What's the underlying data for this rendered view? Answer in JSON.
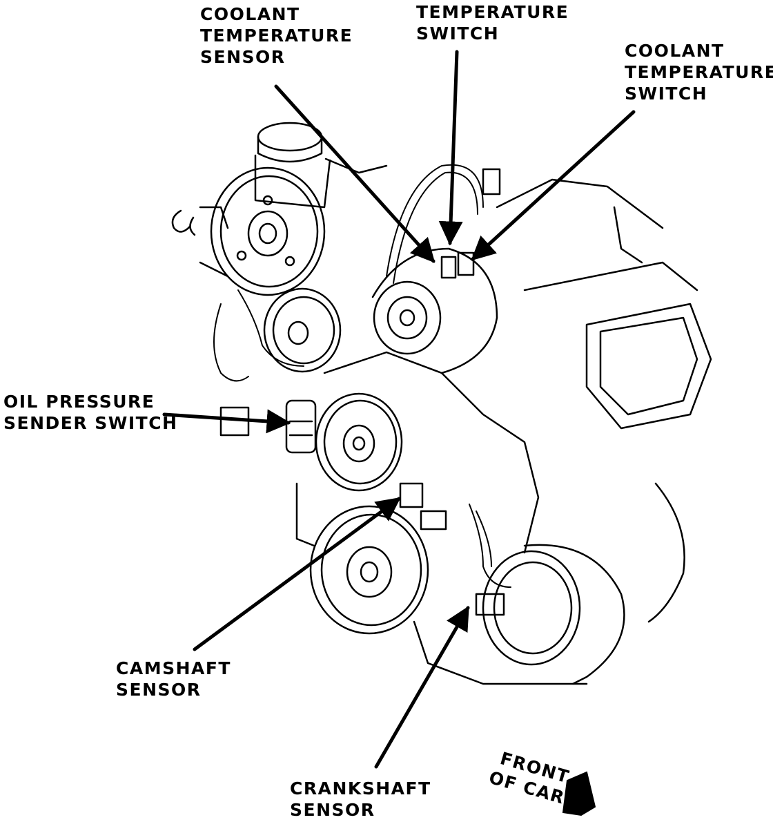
{
  "labels": {
    "coolant_temp_sensor": [
      "COOLANT",
      "TEMPERATURE",
      "SENSOR"
    ],
    "temp_switch": [
      "TEMPERATURE",
      "SWITCH"
    ],
    "coolant_temp_switch": [
      "COOLANT",
      "TEMPERATURE",
      "SWITCH"
    ],
    "oil_pressure": [
      "OIL PRESSURE",
      "SENDER SWITCH"
    ],
    "camshaft": [
      "CAMSHAFT",
      "SENSOR"
    ],
    "crankshaft": [
      "CRANKSHAFT",
      "SENSOR"
    ],
    "front_of_car": [
      "FRONT",
      "OF CAR"
    ]
  },
  "colors": {
    "ink": "#000000",
    "paper": "#ffffff"
  }
}
